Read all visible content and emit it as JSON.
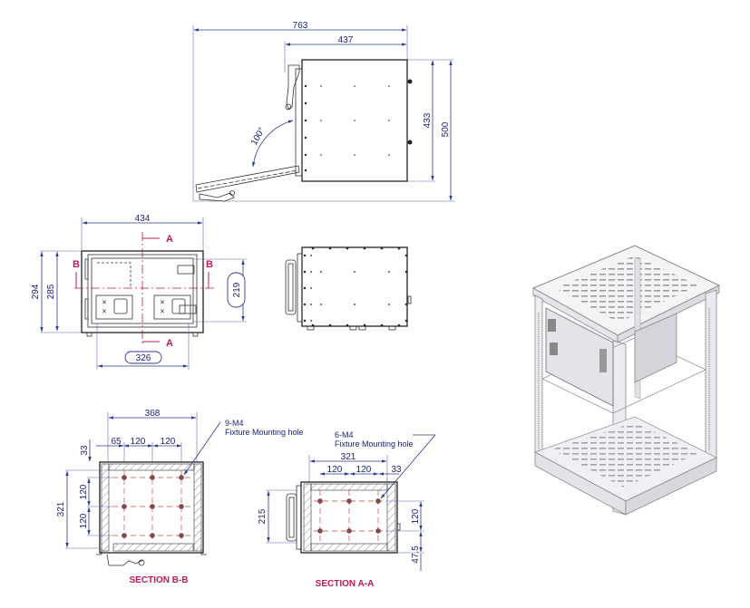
{
  "side_view": {
    "overall_width": "763",
    "body_width": "437",
    "body_height": "433",
    "overall_height": "500",
    "door_angle": "100°"
  },
  "front_view": {
    "width": "434",
    "outer_height": "294",
    "inner_height": "285",
    "opening_height": "219",
    "opening_width": "326",
    "section_a_label": "A",
    "section_b_label": "B"
  },
  "section_b": {
    "title": "SECTION B-B",
    "width": "368",
    "offset_x": "65",
    "pitch_x1": "120",
    "pitch_x2": "120",
    "offset_y": "33",
    "height": "321",
    "pitch_y1": "120",
    "pitch_y2": "120",
    "note_count": "9-M4",
    "note_text": "Fixture Mounting hole"
  },
  "section_a": {
    "title": "SECTION A-A",
    "width": "321",
    "pitch_x1": "120",
    "pitch_x2": "120",
    "offset_x": "33",
    "height": "215",
    "pitch_y": "120",
    "offset_y": "47.5",
    "note_count": "6-M4",
    "note_text": "Fixture Mounting hole"
  },
  "colors": {
    "dimension": "#1a237e",
    "section_label": "#c2185b",
    "grid": "#c0504d"
  }
}
